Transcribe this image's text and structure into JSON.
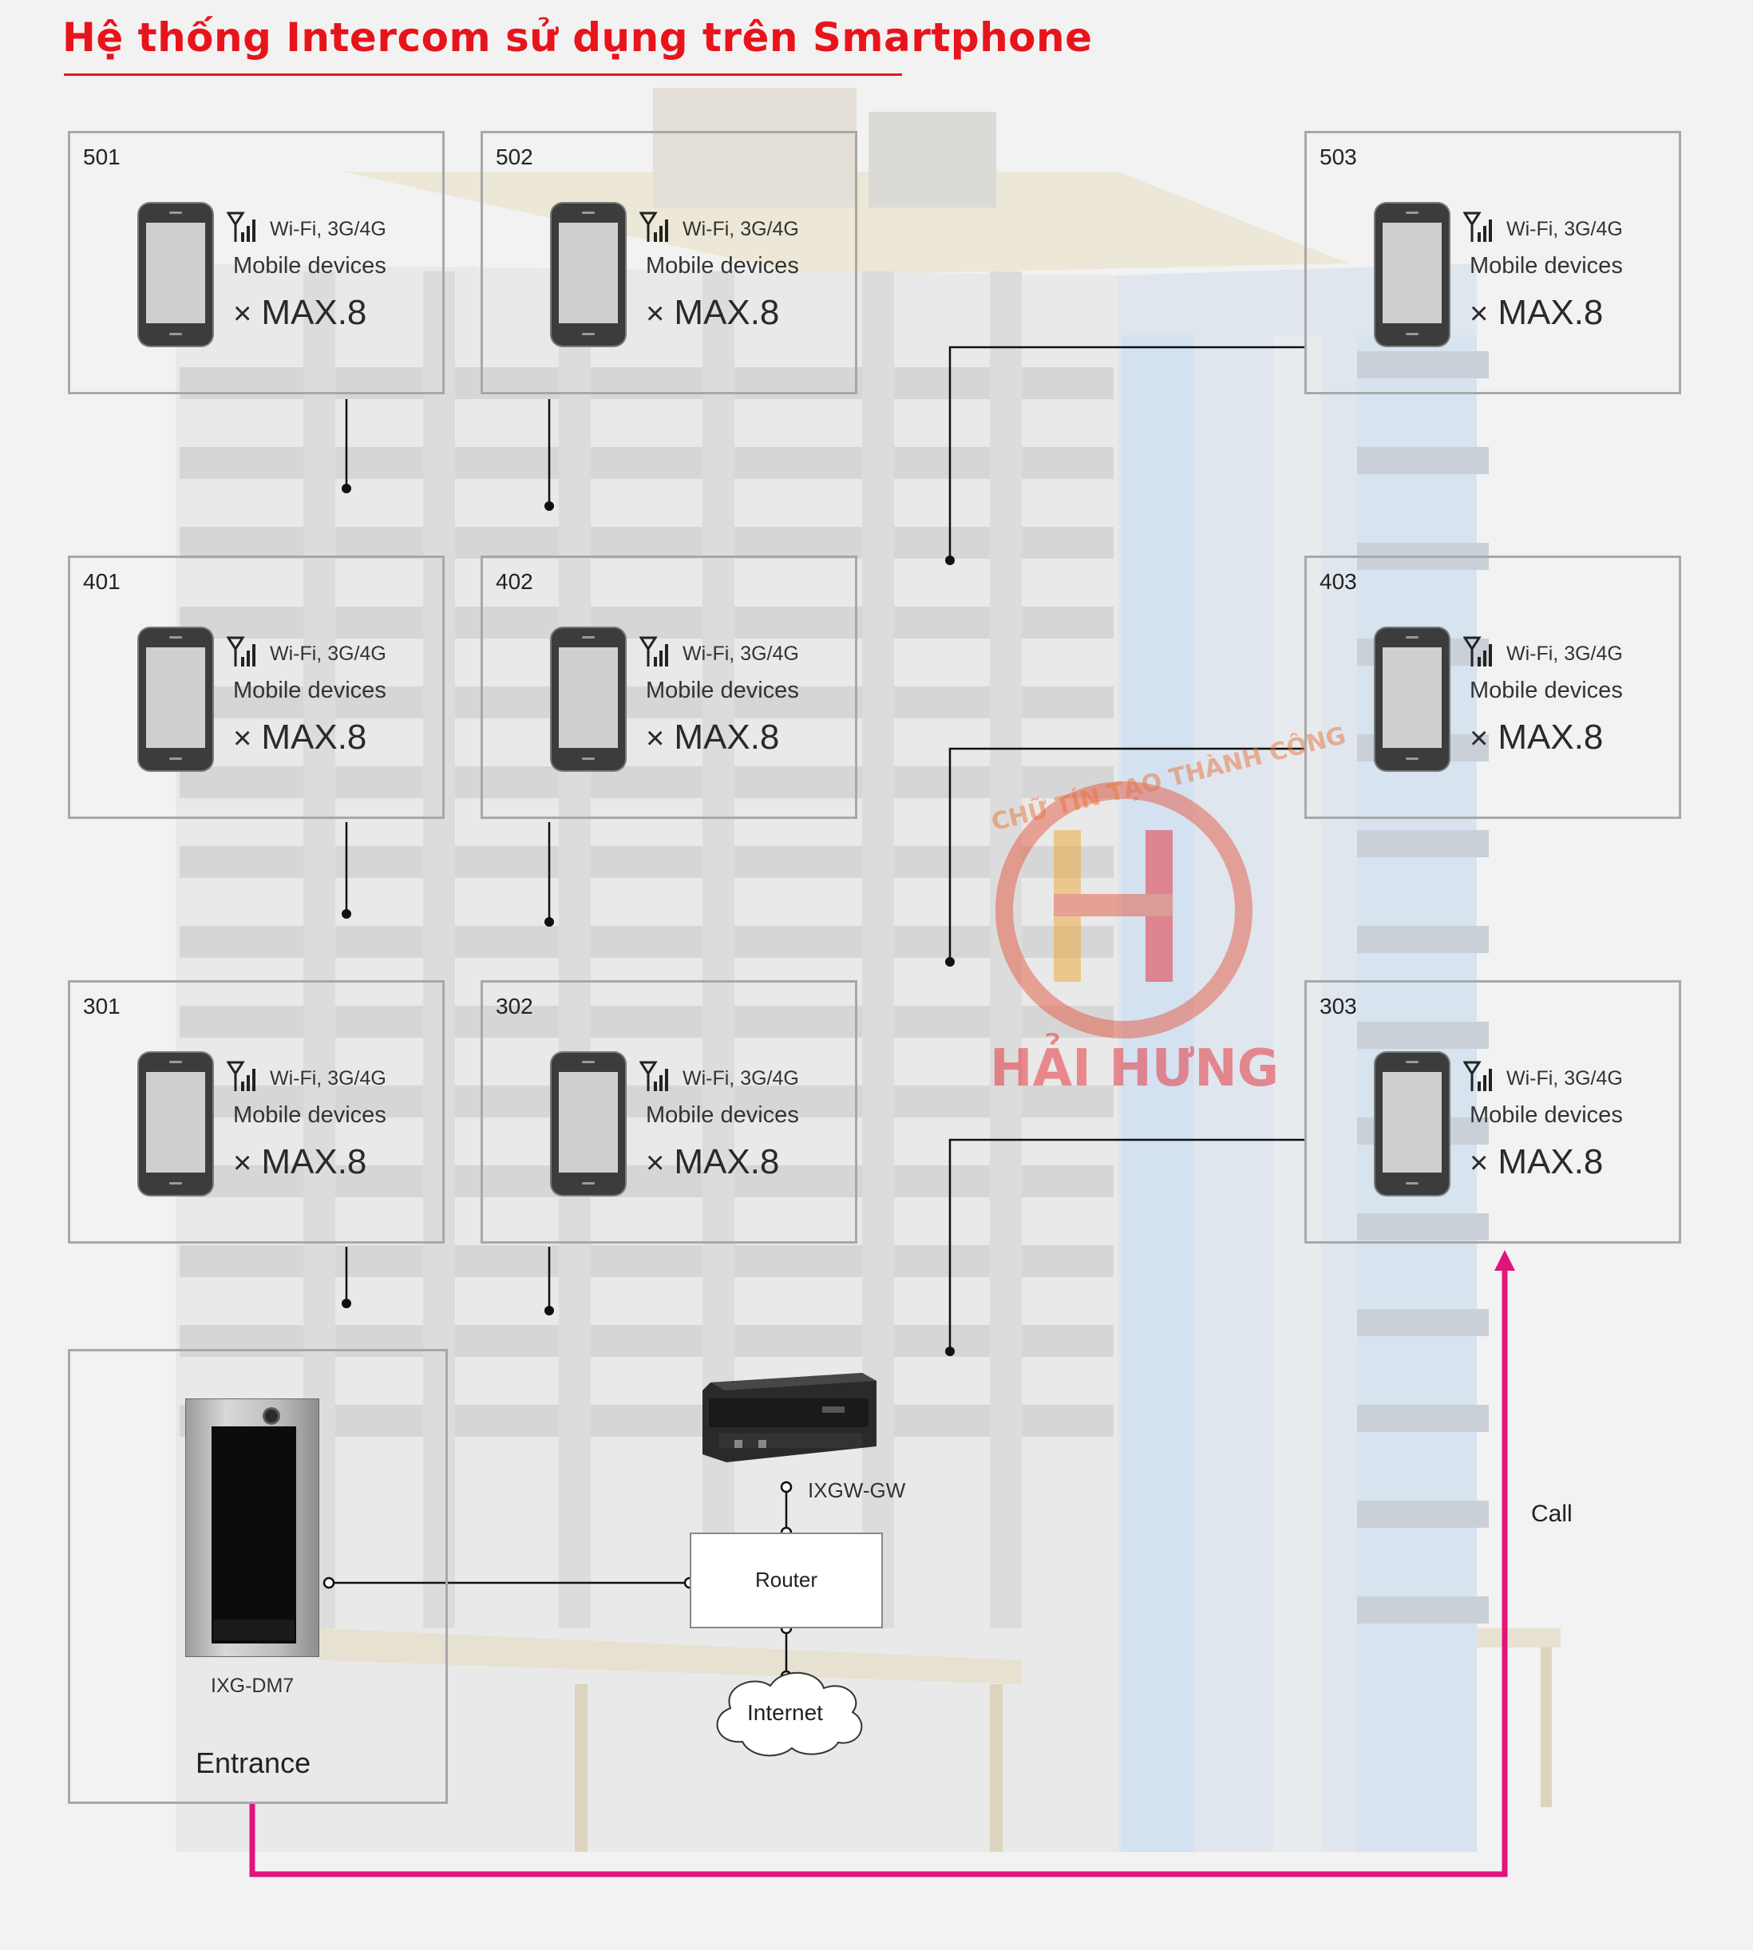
{
  "title": "Hệ thống Intercom sử dụng trên Smartphone",
  "unit_common": {
    "wifi": "Wi-Fi, 3G/4G",
    "mobile": "Mobile devices",
    "max": "MAX.8",
    "multiply": "×"
  },
  "units": [
    "501",
    "502",
    "503",
    "401",
    "402",
    "403",
    "301",
    "302",
    "303"
  ],
  "entrance": {
    "station": "IXG-DM7",
    "label": "Entrance"
  },
  "network": {
    "gateway": "IXGW-GW",
    "router": "Router",
    "internet": "Internet"
  },
  "call": "Call",
  "watermark": {
    "arc_text": "CHỮ TÍN TẠO THÀNH CÔNG",
    "brand": "HẢI HƯNG"
  },
  "colors": {
    "title": "#e8141c",
    "call_line": "#e0157a",
    "box_border": "#a8a8a8",
    "connector": "#111111"
  }
}
